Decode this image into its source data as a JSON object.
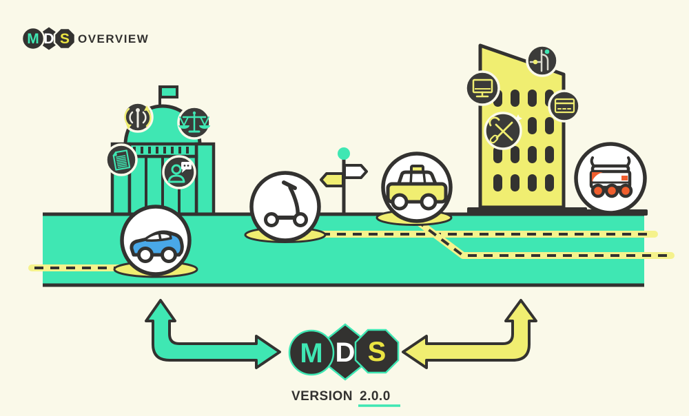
{
  "logo": {
    "letters": [
      "M",
      "D",
      "S"
    ]
  },
  "header": {
    "title": "OVERVIEW"
  },
  "footer": {
    "version_label": "VERSION",
    "version_number": "2.0.0"
  },
  "scene": {
    "city_side": {
      "name": "city-government-building",
      "icons": [
        "broadcast-icon",
        "scales-of-justice-icon",
        "document-icon",
        "person-chat-icon"
      ]
    },
    "road": {
      "vehicles": [
        "car",
        "scooter",
        "taxi",
        "delivery-robot"
      ],
      "signpost": "direction-signpost"
    },
    "provider_side": {
      "name": "provider-building",
      "icons": [
        "street-map-icon",
        "monitor-icon",
        "credit-card-icon",
        "tools-icon"
      ]
    },
    "arrows": [
      "city-to-mds-arrow",
      "provider-to-mds-arrow"
    ]
  },
  "colors": {
    "cream": "#FAF9E9",
    "teal": "#3FE7B3",
    "yellow": "#F0EE71",
    "yellow_bright": "#EAE442",
    "dash_yellow": "#F5F28C",
    "dark": "#333230",
    "icon_bg": "#3B3B39",
    "blue": "#49A8E8",
    "orange": "#F05E2E",
    "white": "#FFFFFF"
  }
}
